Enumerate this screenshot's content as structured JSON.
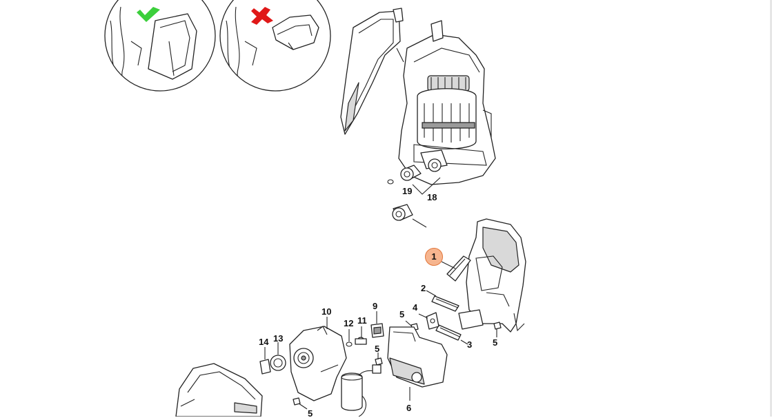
{
  "diagram": {
    "callouts": {
      "c1": "1",
      "c2": "2",
      "c3": "3",
      "c4": "4",
      "c5a": "5",
      "c5b": "5",
      "c5c": "5",
      "c5d": "5",
      "c6": "6",
      "c9": "9",
      "c10": "10",
      "c11": "11",
      "c12": "12",
      "c13": "13",
      "c14": "14",
      "c18": "18",
      "c19": "19"
    },
    "highlighted_callout": "1",
    "colors": {
      "accept_mark": "#3ccf3c",
      "reject_mark": "#e01818",
      "highlight_fill": "#f6b58f",
      "highlight_border": "#e2763a",
      "line": "#222222"
    }
  }
}
